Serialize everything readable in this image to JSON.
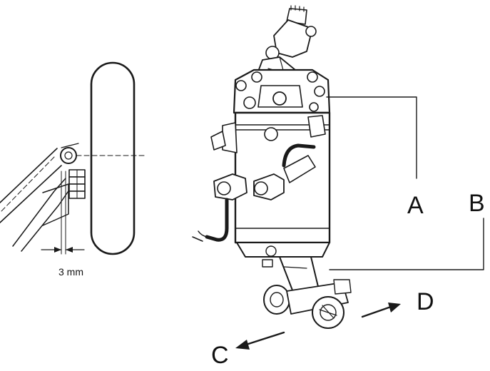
{
  "labels": {
    "a": "A",
    "b": "B",
    "c": "C",
    "d": "D",
    "dimension": "3 mm"
  },
  "colors": {
    "ink": "#1a1a1a",
    "paper": "#ffffff"
  }
}
